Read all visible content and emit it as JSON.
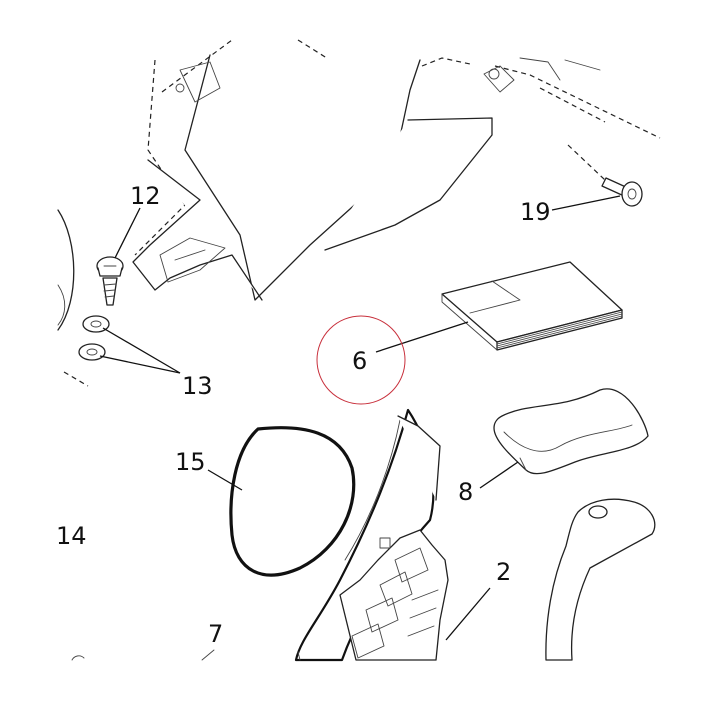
{
  "labels": {
    "l2": "2",
    "l6": "6",
    "l7": "7",
    "l8": "8",
    "l12": "12",
    "l13": "13",
    "l14": "14",
    "l15": "15",
    "l19": "19"
  },
  "colors": {
    "line": "#222222",
    "background": "#ffffff",
    "highlight_ring": "#c8303c"
  }
}
